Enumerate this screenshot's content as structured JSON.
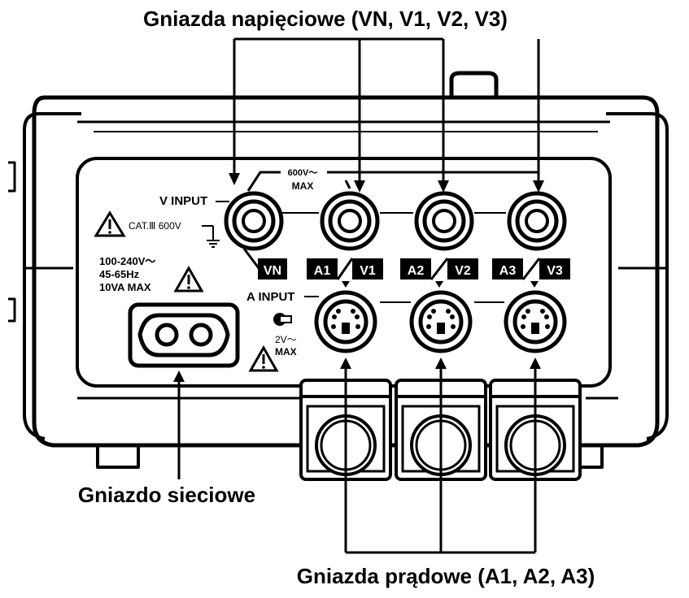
{
  "callouts": {
    "voltage_sockets": "Gniazda napięciowe (VN, V1, V2, V3)",
    "power_socket": "Gniazdo sieciowe",
    "current_sockets": "Gniazda prądowe (A1, A2, A3)"
  },
  "panel": {
    "v_input_label": "V INPUT",
    "v_max_line1": "600V～",
    "v_max_line2": "MAX",
    "cat_text": "CAT.Ⅲ 600V",
    "power_spec_line1": "100-240V～",
    "power_spec_line2": "45-65Hz",
    "power_spec_line3": "10VA MAX",
    "a_input_label": "A INPUT",
    "a_max_line1": "2V～",
    "a_max_line2": "MAX",
    "tags": [
      "VN",
      "A1",
      "V1",
      "A2",
      "V2",
      "A3",
      "V3"
    ]
  },
  "colors": {
    "ink": "#000000",
    "paper": "#ffffff"
  },
  "icons": [
    "warning-triangle-icon",
    "ground-icon",
    "clamp-sensor-icon"
  ]
}
